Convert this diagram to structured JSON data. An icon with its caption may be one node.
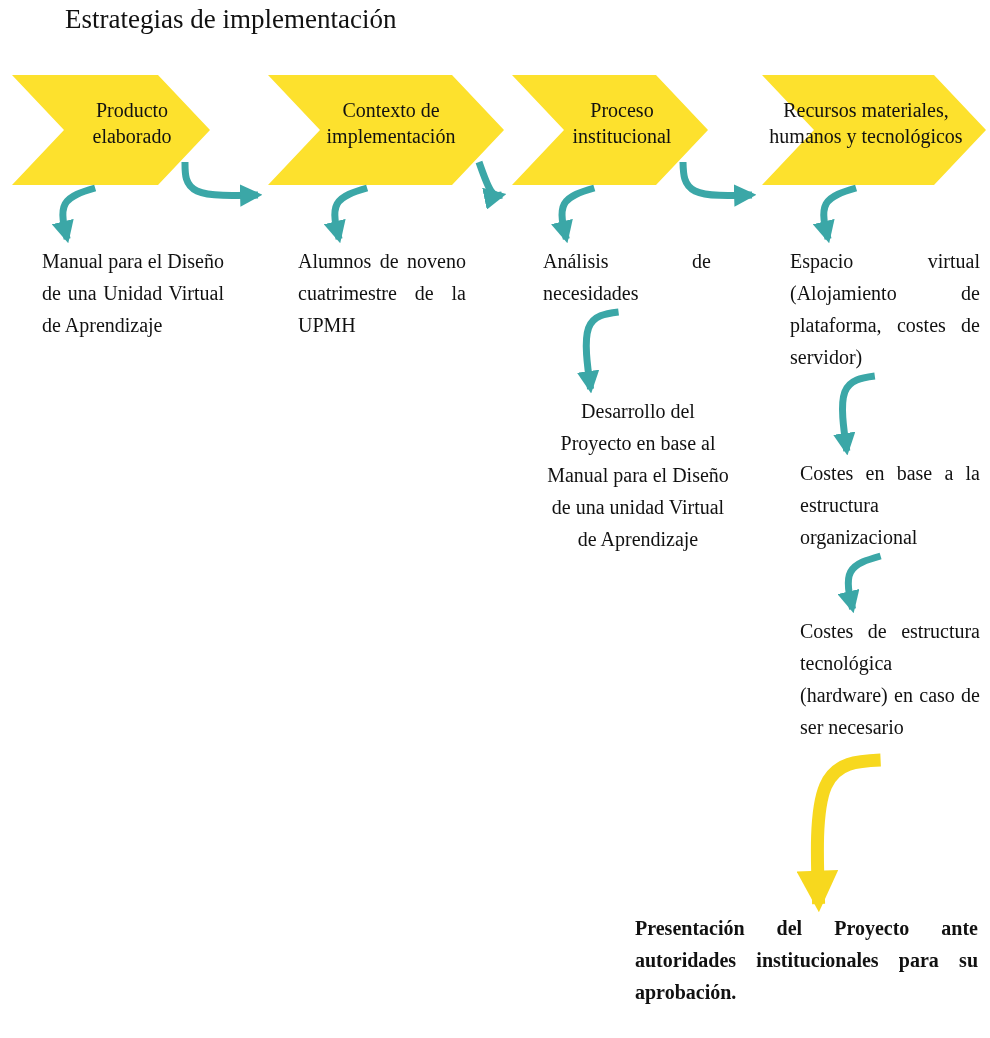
{
  "diagram": {
    "title": "Estrategias de implementación",
    "nodes": [
      {
        "text": [
          "Producto elaborado"
        ]
      },
      {
        "text": [
          "Contexto de implementación"
        ]
      },
      {
        "text": [
          "Proceso institucional"
        ]
      },
      {
        "text": [
          "Recursos materiales, humanos y tecnológicos"
        ]
      },
      {
        "text": [
          "Manual para el Diseño de una Unidad Virtual de Aprendizaje"
        ]
      },
      {
        "text": [
          "Alumnos de noveno cuatrimestre de la UPMH"
        ]
      },
      {
        "text": [
          "Análisis de necesidades"
        ]
      },
      {
        "text": [
          "Desarrollo del Proyecto en base al Manual para el Diseño de una unidad Virtual de Aprendizaje"
        ]
      },
      {
        "text": [
          "Espacio virtual (Alojamiento de plataforma, costes de servidor)"
        ]
      },
      {
        "text": [
          "Costes en base a la estructura organizacional"
        ]
      },
      {
        "text": [
          "Costes de estructura tecnológica (hardware) en caso de ser necesario"
        ]
      },
      {
        "text": [
          "Presentación del Proyecto ante autoridades institucionales para su aprobación."
        ]
      }
    ],
    "edges": [
      {
        "from": 0,
        "to": 1,
        "arrow": "to"
      },
      {
        "from": 1,
        "to": 2,
        "arrow": "to"
      },
      {
        "from": 2,
        "to": 3,
        "arrow": "to"
      },
      {
        "from": 0,
        "to": 4,
        "arrow": "to"
      },
      {
        "from": 1,
        "to": 5,
        "arrow": "to"
      },
      {
        "from": 2,
        "to": 6,
        "arrow": "to"
      },
      {
        "from": 6,
        "to": 7,
        "arrow": "to"
      },
      {
        "from": 3,
        "to": 8,
        "arrow": "to"
      },
      {
        "from": 8,
        "to": 9,
        "arrow": "to"
      },
      {
        "from": 9,
        "to": 10,
        "arrow": "to"
      },
      {
        "from": 10,
        "to": 11,
        "arrow": "to",
        "style": "thick",
        "color": "#f7d81e"
      }
    ]
  }
}
